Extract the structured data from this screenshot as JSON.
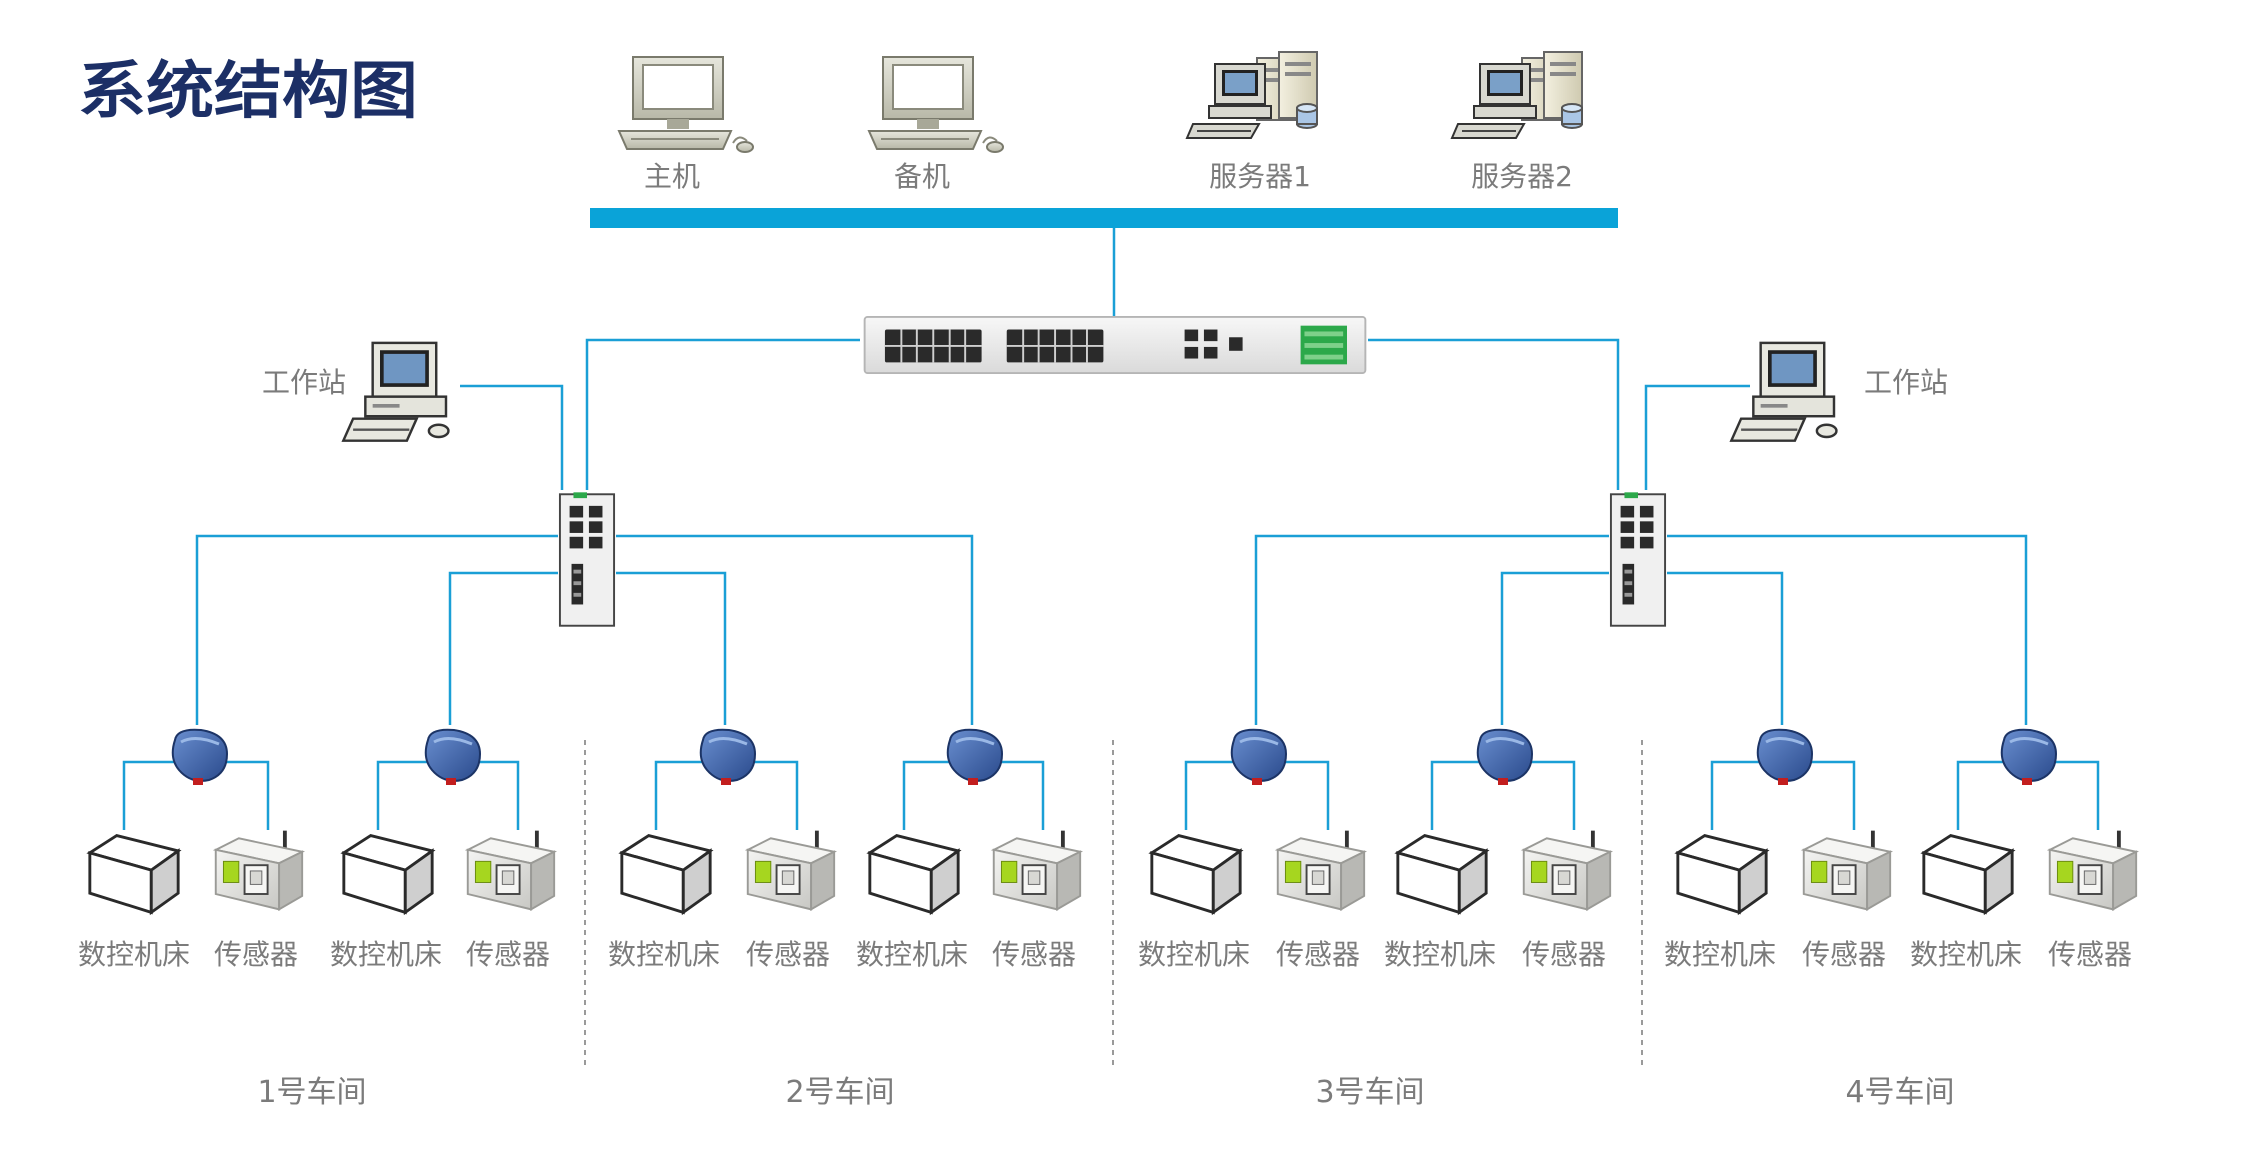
{
  "title": "系统结构图",
  "top_devices": [
    {
      "label": "主机",
      "icon": "desktop-computer-icon"
    },
    {
      "label": "备机",
      "icon": "desktop-computer-icon"
    },
    {
      "label": "服务器1",
      "icon": "server-icon"
    },
    {
      "label": "服务器2",
      "icon": "server-icon"
    }
  ],
  "workstations": [
    {
      "label": "工作站",
      "icon": "workstation-icon"
    },
    {
      "label": "工作站",
      "icon": "workstation-icon"
    }
  ],
  "workshops": [
    {
      "label": "1号车间",
      "units": [
        {
          "machine": "数控机床",
          "sensor": "传感器"
        },
        {
          "machine": "数控机床",
          "sensor": "传感器"
        }
      ]
    },
    {
      "label": "2号车间",
      "units": [
        {
          "machine": "数控机床",
          "sensor": "传感器"
        },
        {
          "machine": "数控机床",
          "sensor": "传感器"
        }
      ]
    },
    {
      "label": "3号车间",
      "units": [
        {
          "machine": "数控机床",
          "sensor": "传感器"
        },
        {
          "machine": "数控机床",
          "sensor": "传感器"
        }
      ]
    },
    {
      "label": "4号车间",
      "units": [
        {
          "machine": "数控机床",
          "sensor": "传感器"
        },
        {
          "machine": "数控机床",
          "sensor": "传感器"
        }
      ]
    }
  ],
  "colors": {
    "title": "#1c2f66",
    "bus": "#0aa3d8",
    "link": "#1a9fd6",
    "label": "#7b7b7b",
    "gateway": "#3a5fa8",
    "sensor_screen": "#a6d61f"
  }
}
